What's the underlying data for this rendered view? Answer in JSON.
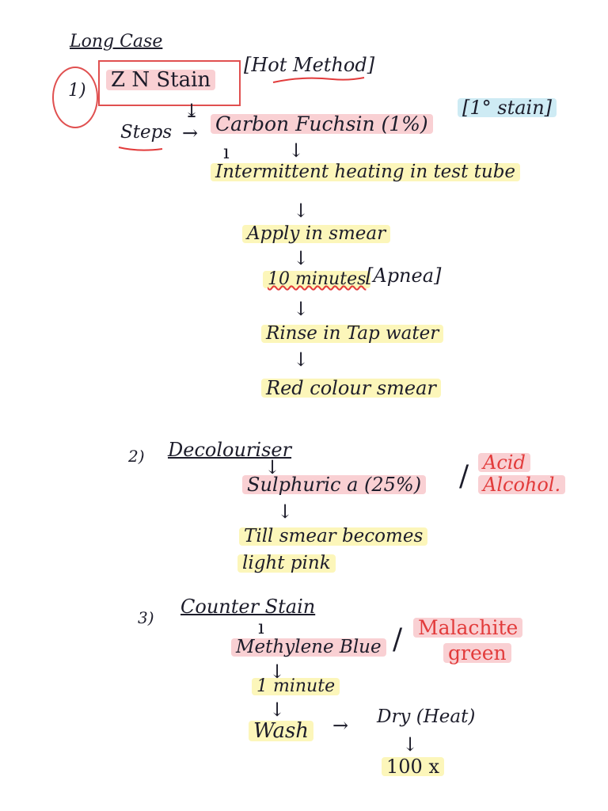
{
  "header": {
    "title": "Long Case",
    "item_number": "1)",
    "stain_name": "Z N Stain",
    "method": "[Hot Method]"
  },
  "primary": {
    "steps_label": "Steps",
    "reagent": "Carbon Fuchsin (1%)",
    "stain_type": "[1° stain]",
    "step_heat": "Intermittent heating in test tube",
    "step_apply": "Apply in smear",
    "step_time": "10 minutes",
    "step_time_note": "[Apnea]",
    "step_rinse": "Rinse in Tap water",
    "result": "Red colour smear"
  },
  "decolouriser": {
    "number": "2)",
    "label": "Decolouriser",
    "reagent": "Sulphuric a (25%)",
    "alt_line1": "Acid",
    "alt_line2": "Alcohol.",
    "until_line1": "Till smear becomes",
    "until_line2": "light pink"
  },
  "counter": {
    "number": "3)",
    "label": "Counter Stain",
    "reagent": "Methylene Blue",
    "alt_line1": "Malachite",
    "alt_line2": "green",
    "time": "1 minute",
    "wash": "Wash",
    "dry": "Dry (Heat)",
    "magnification": "100 x"
  },
  "colors": {
    "ink": "#1c1c2a",
    "red_ink": "#e23b3b",
    "highlight_yellow": "#faf08c",
    "highlight_pink": "#f4aaaf",
    "highlight_blue": "#b4e1ee"
  }
}
